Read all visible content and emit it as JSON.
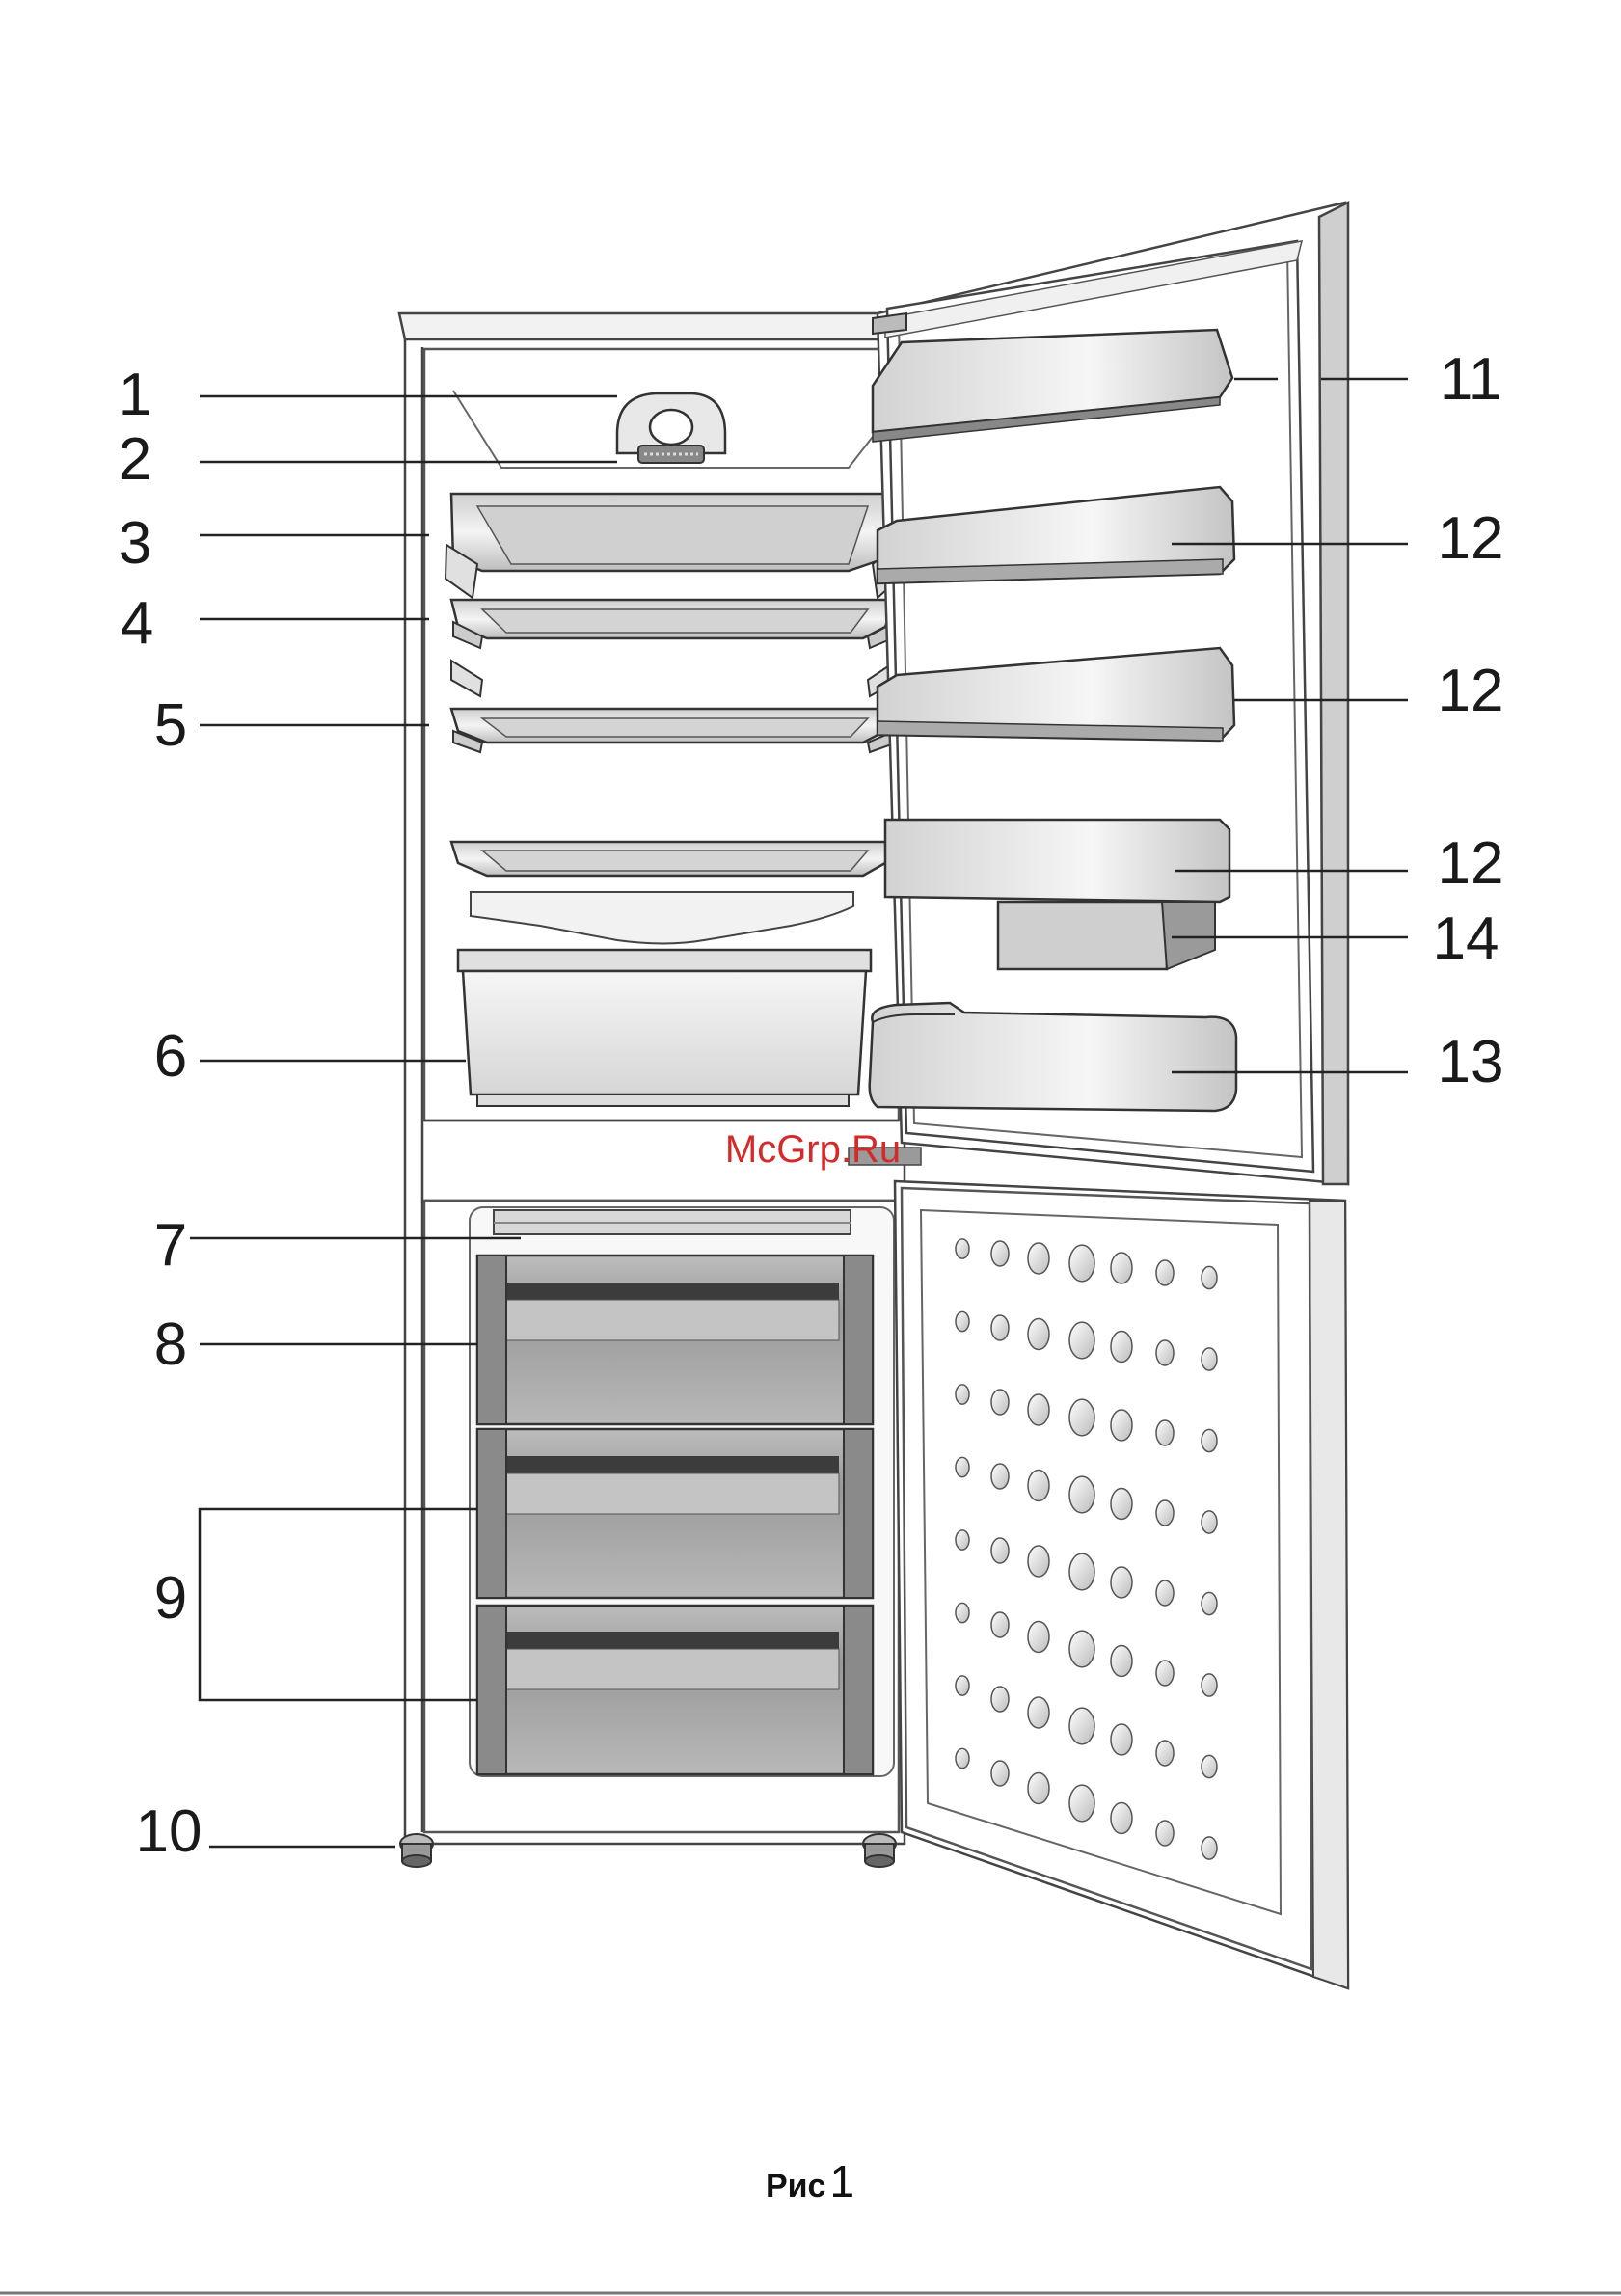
{
  "callouts": [
    {
      "id": "c1",
      "label": "1"
    },
    {
      "id": "c2",
      "label": "2"
    },
    {
      "id": "c3",
      "label": "3"
    },
    {
      "id": "c4",
      "label": "4"
    },
    {
      "id": "c5",
      "label": "5"
    },
    {
      "id": "c6",
      "label": "6"
    },
    {
      "id": "c7",
      "label": "7"
    },
    {
      "id": "c8",
      "label": "8"
    },
    {
      "id": "c9",
      "label": "9"
    },
    {
      "id": "c10",
      "label": "10"
    },
    {
      "id": "c11",
      "label": "11"
    },
    {
      "id": "c12a",
      "label": "12"
    },
    {
      "id": "c12b",
      "label": "12"
    },
    {
      "id": "c12c",
      "label": "12"
    },
    {
      "id": "c14",
      "label": "14"
    },
    {
      "id": "c13",
      "label": "13"
    }
  ],
  "caption": {
    "prefix": "Рис",
    "number": "1"
  },
  "watermark": "McGrp.Ru",
  "colors": {
    "outline": "#444444",
    "leader": "#222222",
    "shelf_fill": "#e6e6e6",
    "drawer_fill": "#a8a8a8",
    "watermark": "#d42a2a"
  }
}
